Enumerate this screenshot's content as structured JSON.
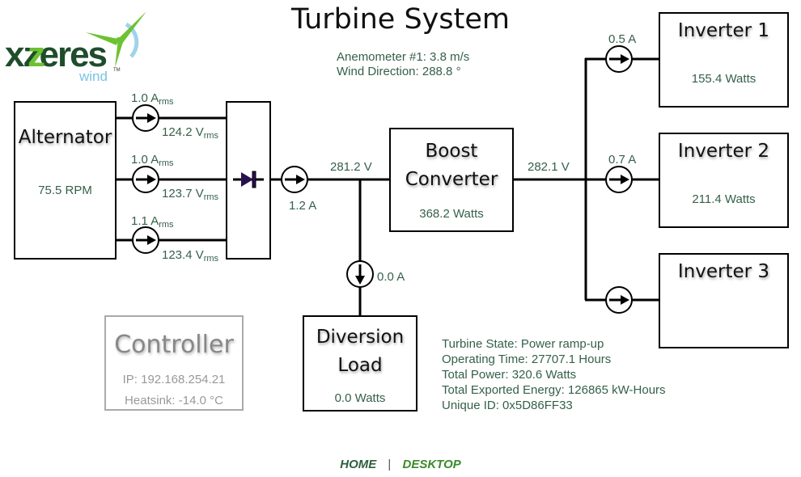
{
  "header": {
    "title": "Turbine System",
    "anemometer": "Anemometer #1: 3.8 m/s",
    "wind_direction": "Wind Direction: 288.8 °"
  },
  "logo": {
    "brand": "xzeres",
    "sub": "wind",
    "tm": "™",
    "colors": {
      "dark": "#1f4d2c",
      "green": "#6cc230",
      "light_blue": "#9fd3ec"
    }
  },
  "alternator": {
    "title": "Alternator",
    "rpm": "75.5 RPM",
    "phases": [
      {
        "current": "1.0 A",
        "current_sub": "rms",
        "voltage": "124.2 V",
        "voltage_sub": "rms"
      },
      {
        "current": "1.0 A",
        "current_sub": "rms",
        "voltage": "123.7 V",
        "voltage_sub": "rms"
      },
      {
        "current": "1.1 A",
        "current_sub": "rms",
        "voltage": "123.4 V",
        "voltage_sub": "rms"
      }
    ]
  },
  "rectifier": {
    "current": "1.2 A",
    "voltage": "281.2 V"
  },
  "boost": {
    "title_line1": "Boost",
    "title_line2": "Converter",
    "power": "368.2 Watts",
    "output_voltage": "282.1 V"
  },
  "diversion": {
    "title_line1": "Diversion",
    "title_line2": "Load",
    "power": "0.0 Watts",
    "current": "0.0 A"
  },
  "inverters": [
    {
      "title": "Inverter 1",
      "power": "155.4 Watts",
      "current": "0.5 A"
    },
    {
      "title": "Inverter 2",
      "power": "211.4 Watts",
      "current": "0.7 A"
    },
    {
      "title": "Inverter 3",
      "power": "",
      "current": ""
    }
  ],
  "controller": {
    "title": "Controller",
    "ip": "IP: 192.168.254.21",
    "heatsink": "Heatsink: -14.0 °C"
  },
  "stats": {
    "state": "Turbine State: Power ramp-up",
    "operating_time": "Operating Time: 27707.1 Hours",
    "total_power": "Total Power: 320.6 Watts",
    "exported_energy": "Total Exported Energy: 126865 kW-Hours",
    "unique_id": "Unique ID: 0x5D86FF33"
  },
  "nav": {
    "home": "HOME",
    "separator": "|",
    "desktop": "DESKTOP",
    "home_color": "#2e5e3e",
    "desktop_color": "#3a8a2a"
  },
  "colors": {
    "value_text": "#35604a",
    "diode": "#2a1050"
  }
}
